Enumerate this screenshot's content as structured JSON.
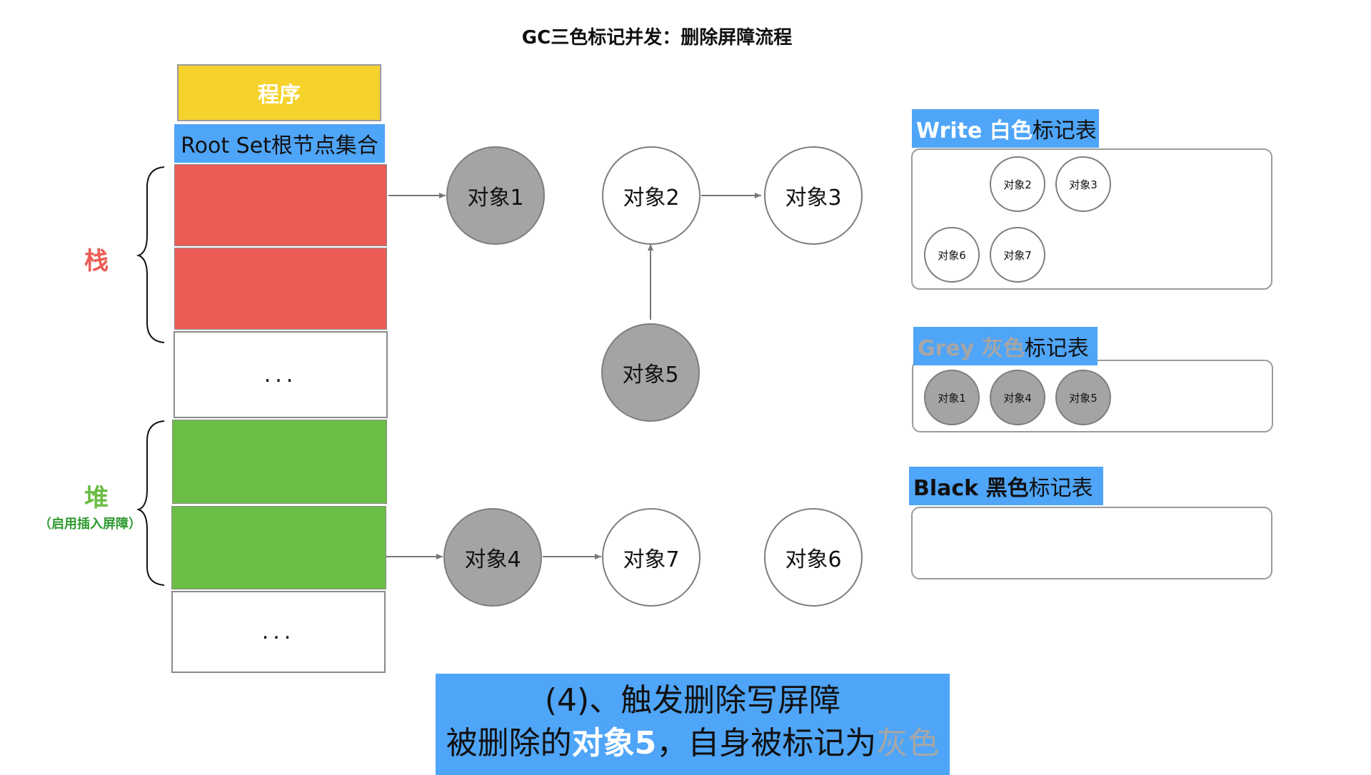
{
  "title": "GC三色标记并发：删除屏障流程",
  "program_label": "程序",
  "root_set_label": "Root Set根节点集合",
  "stack_label": "栈",
  "heap_label": "堆",
  "heap_note": "（启用插入屏障）",
  "ellipsis": "...",
  "objects": {
    "obj1": "对象1",
    "obj2": "对象2",
    "obj3": "对象3",
    "obj4": "对象4",
    "obj5": "对象5",
    "obj6": "对象6",
    "obj7": "对象7"
  },
  "tables": {
    "white": {
      "head_en": "Write 白色",
      "head_cn": "标记表",
      "items": [
        "对象2",
        "对象3",
        "对象6",
        "对象7"
      ]
    },
    "grey": {
      "head_en": "Grey 灰色",
      "head_cn": "标记表",
      "items": [
        "对象1",
        "对象4",
        "对象5"
      ]
    },
    "black": {
      "head_en": "Black 黑色",
      "head_cn": "标记表",
      "items": []
    }
  },
  "caption": {
    "line1": "(4)、触发删除写屏障",
    "line2_a": "被删除的",
    "line2_b": "对象5",
    "line2_c": "，自身被标记为",
    "line2_d": "灰色"
  },
  "colors": {
    "program": "#f6d22d",
    "root_set": "#4fa5f7",
    "stack": "#eb5c56",
    "heap": "#6cbd45",
    "grey_object": "#a3a5a3",
    "grey_text": "#a6a6a6",
    "stack_label": "#eb5c56",
    "heap_label": "#6cbd45",
    "heap_note": "#2f9a2f"
  }
}
